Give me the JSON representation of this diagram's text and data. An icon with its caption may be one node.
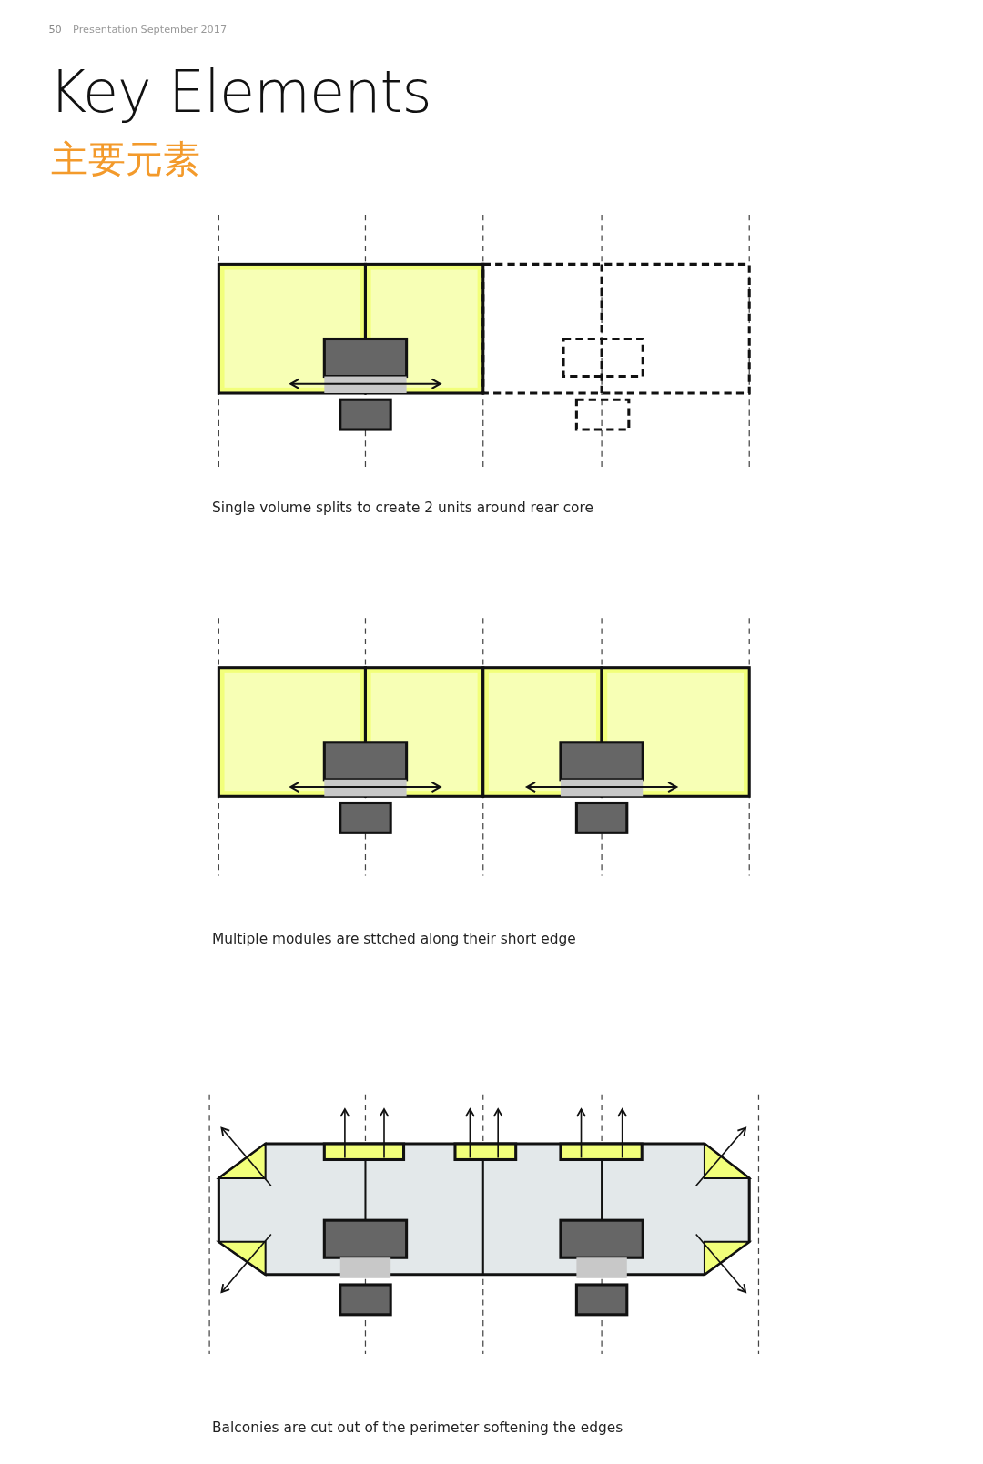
{
  "diagram": {
    "title": "Key Elements",
    "labels": [
      "50",
      "Presentation September 2017",
      "主要元素",
      "Single volume splits to create 2 units around rear core",
      "Multiple modules are sttched along their short edge",
      "Balconies are cut out of the perimeter softening the edges"
    ]
  }
}
